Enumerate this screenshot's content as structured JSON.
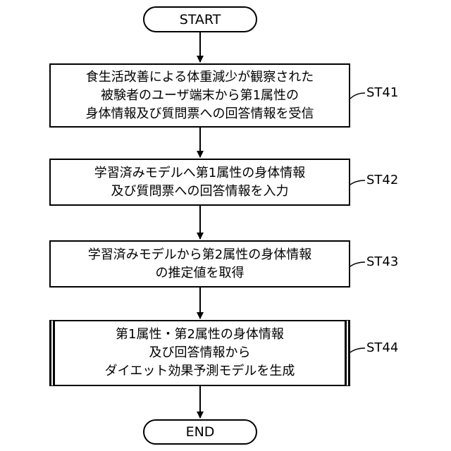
{
  "start": "START",
  "end": "END",
  "steps": [
    {
      "id": "ST41",
      "lines": [
        "食生活改善による体重減少が観察された",
        "被験者のユーザ端末から第1属性の",
        "身体情報及び質問票への回答情報を受信"
      ]
    },
    {
      "id": "ST42",
      "lines": [
        "学習済みモデルへ第1属性の身体情報",
        "及び質問票への回答情報を入力"
      ]
    },
    {
      "id": "ST43",
      "lines": [
        "学習済みモデルから第2属性の身体情報",
        "の推定値を取得"
      ]
    },
    {
      "id": "ST44",
      "lines": [
        "第1属性・第2属性の身体情報",
        "及び回答情報から",
        "ダイエット効果予測モデルを生成"
      ]
    }
  ]
}
